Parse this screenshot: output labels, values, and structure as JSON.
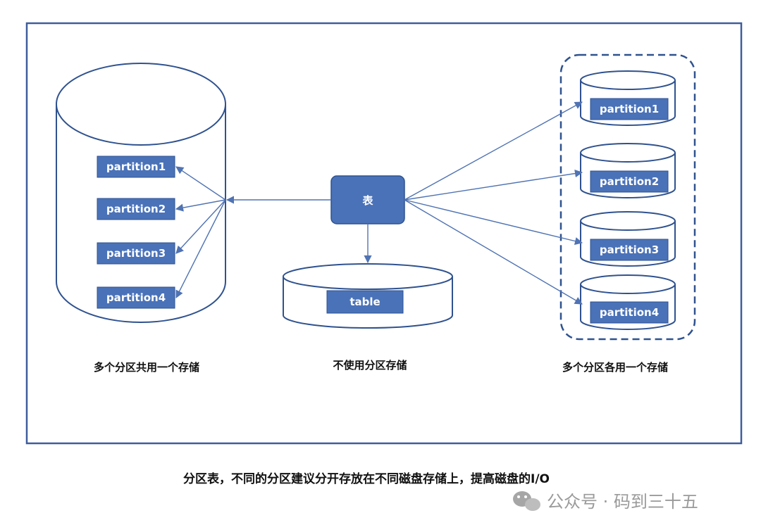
{
  "shared_storage": {
    "partitions": [
      "partition1",
      "partition2",
      "partition3",
      "partition4"
    ],
    "caption": "多个分区共用一个存储"
  },
  "table_node": {
    "label": "表"
  },
  "no_partition_storage": {
    "label": "table",
    "caption": "不使用分区存储"
  },
  "separate_storage": {
    "partitions": [
      "partition1",
      "partition2",
      "partition3",
      "partition4"
    ],
    "caption": "多个分区各用一个存储"
  },
  "footer": {
    "caption": "分区表，不同的分区建议分开存放在不同磁盘存储上，提高磁盘的I/O"
  },
  "watermark": {
    "text": "公众号 · 码到三十五",
    "icon": "wechat-icon"
  },
  "colors": {
    "frame": "#3f5d9c",
    "box_fill": "#4a72b8",
    "box_stroke": "#2f528f",
    "line": "#4f73b3",
    "cylinder_stroke": "#2f528f"
  }
}
